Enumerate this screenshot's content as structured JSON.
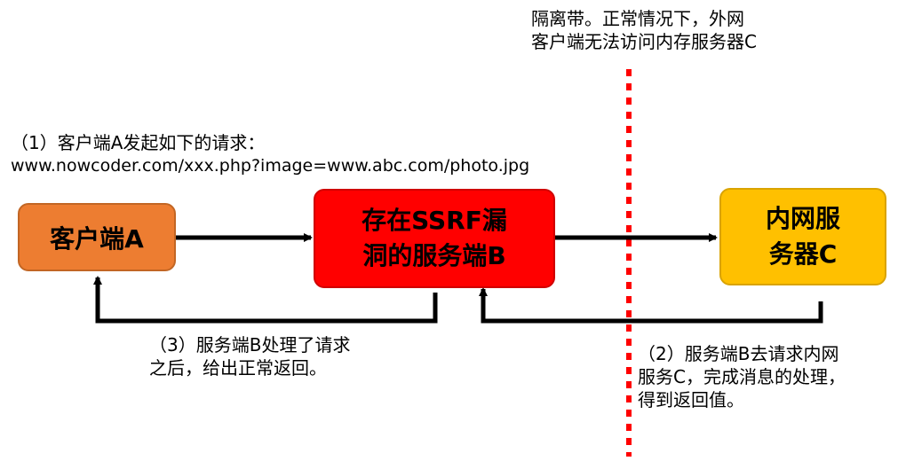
{
  "colors": {
    "client_a": "#ED7D31",
    "server_b": "#FF0000",
    "server_c": "#FFC000",
    "isolation": "#FF0000",
    "arrow": "#000000"
  },
  "isolation_note": {
    "line1": "隔离带。正常情况下，外网",
    "line2": "客户端无法访问内存服务器C"
  },
  "step1": {
    "line1": "（1）客户端A发起如下的请求：",
    "line2": "www.nowcoder.com/xxx.php?image=www.abc.com/photo.jpg"
  },
  "nodes": {
    "client_a": {
      "label": "客户端A"
    },
    "server_b": {
      "line1": "存在SSRF漏",
      "line2": "洞的服务端B"
    },
    "server_c": {
      "line1": "内网服",
      "line2": "务器C"
    }
  },
  "step2": {
    "line1": "（2）服务端B去请求内网",
    "line2": "服务C，完成消息的处理，",
    "line3": "得到返回值。"
  },
  "step3": {
    "line1": "（3）服务端B处理了请求",
    "line2": "之后，给出正常返回。"
  }
}
